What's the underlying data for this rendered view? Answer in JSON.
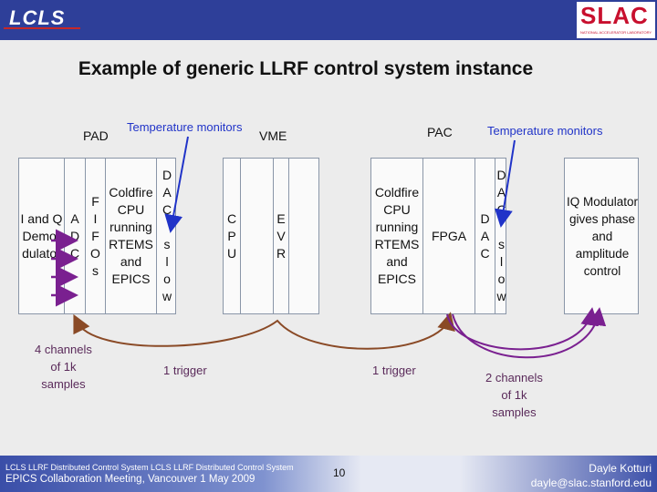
{
  "header": {
    "left_logo": "LCLS",
    "right_logo": "SLAC",
    "right_logo_sub": "NATIONAL ACCELERATOR LABORATORY"
  },
  "title": "Example of generic LLRF control system instance",
  "labels": {
    "pad": "PAD",
    "vme": "VME",
    "pac": "PAC",
    "temp_left": "Temperature monitors",
    "temp_right": "Temperature monitors",
    "channels_left": "4 channels\nof 1k\nsamples",
    "trigger_left": "1 trigger",
    "trigger_right": "1 trigger",
    "channels_right": "2 channels\nof 1k\nsamples"
  },
  "pad_cells": [
    "I and Q\nDemo-\ndulator",
    "A\nD\nC",
    "F\nI\nF\nO\ns",
    "Coldfire\nCPU\nrunning\nRTEMS\nand\nEPICS",
    "D\nA\nC\n\ns\nl\no\nw"
  ],
  "vme_cells": [
    "C\nP\nU",
    "",
    "E\nV\nR",
    ""
  ],
  "pac_cells": [
    "Coldfire\nCPU\nrunning\nRTEMS\nand\nEPICS",
    "FPGA",
    "D\nA\nC",
    "D\nA\nC\n\ns\nl\no\nw"
  ],
  "iq_box": "IQ Modulator\ngives phase\nand amplitude\ncontrol",
  "footer": {
    "line1": "LCLS LLRF Distributed Control System LCLS LLRF Distributed Control System",
    "line2": "EPICS Collaboration Meeting, Vancouver 1 May 2009",
    "page": "10",
    "author": "Dayle Kotturi",
    "email": "dayle@slac.stanford.edu"
  }
}
